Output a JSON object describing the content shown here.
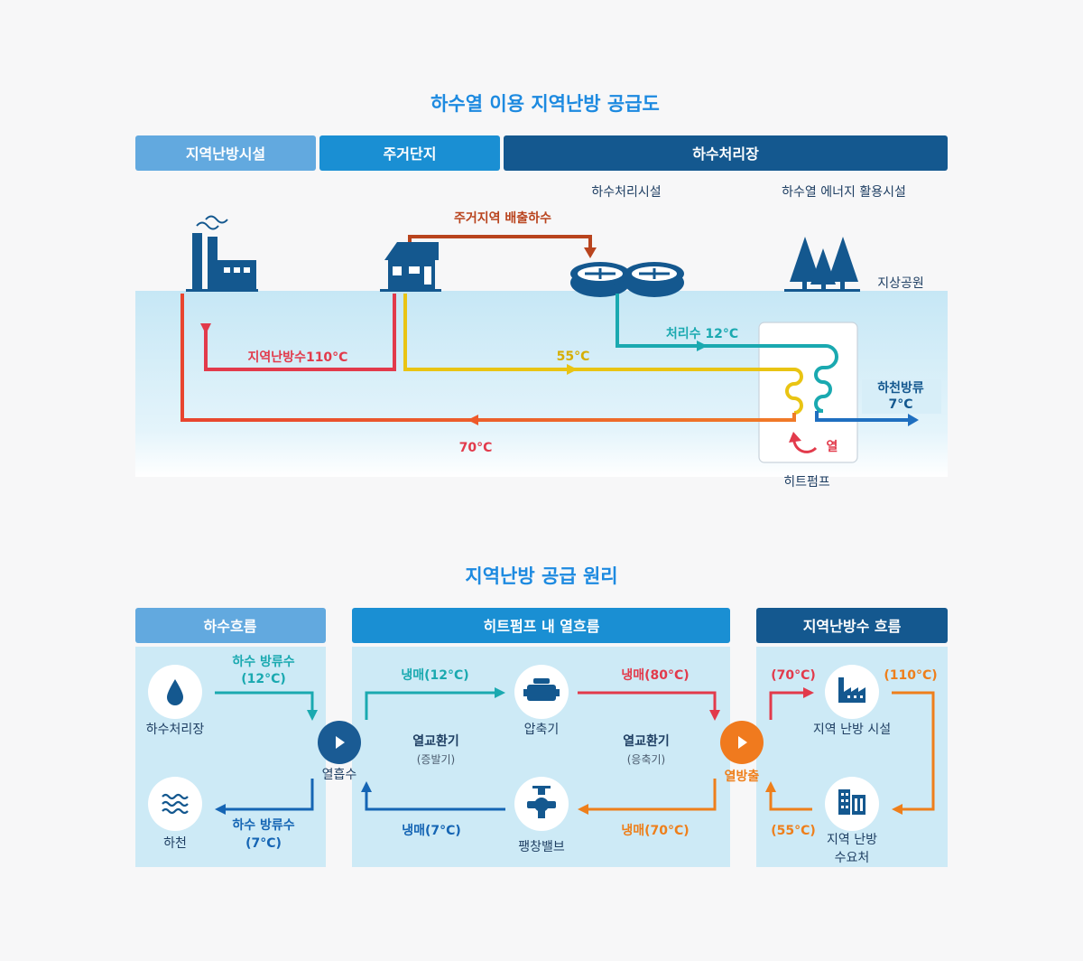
{
  "section1": {
    "title": "하수열 이용 지역난방 공급도",
    "headers": [
      "지역난방시설",
      "주거단지",
      "하수처리장"
    ],
    "sub_treatment": "하수처리시설",
    "sub_energy": "하수열 에너지 활용시설",
    "sewage_out": "주거지역 배출하수",
    "park": "지상공원",
    "treated_water": "처리수 12°C",
    "heating_water": "지역난방수110°C",
    "temp_55": "55°C",
    "temp_70": "70°C",
    "river_discharge_1": "하천방류",
    "river_discharge_2": "7°C",
    "heat": "열",
    "heat_pump": "히트펌프"
  },
  "section2": {
    "title": "지역난방 공급 원리",
    "headers": [
      "하수흐름",
      "히트펌프 내 열흐름",
      "지역난방수 흐름"
    ],
    "sewage_plant": "하수처리장",
    "river": "하천",
    "discharge_in_1": "하수 방류수",
    "discharge_in_2": "(12°C)",
    "discharge_out_1": "하수 방류수",
    "discharge_out_2": "(7°C)",
    "heat_absorb": "열흡수",
    "refrig_12": "냉매(12°C)",
    "refrig_80": "냉매(80°C)",
    "refrig_7": "냉매(7°C)",
    "refrig_70": "냉매(70°C)",
    "compressor": "압축기",
    "exp_valve": "팽창밸브",
    "hx_1": "열교환기",
    "hx_1_sub": "(증발기)",
    "hx_2": "열교환기",
    "hx_2_sub": "(응축기)",
    "heat_release": "열방출",
    "t70": "(70°C)",
    "t110": "(110°C)",
    "t55": "(55°C)",
    "facility": "지역 난방 시설",
    "consumer_1": "지역 난방",
    "consumer_2": "수요처"
  },
  "colors": {
    "title_blue": "#1d8ae0",
    "light_blue": "#62a9df",
    "mid_blue": "#1a8fd3",
    "navy": "#14588f",
    "red": "#e23a4b",
    "orange": "#ee7f1b",
    "yellow": "#e9c413",
    "teal": "#1aa9b0",
    "water": "#cdeaf6"
  }
}
